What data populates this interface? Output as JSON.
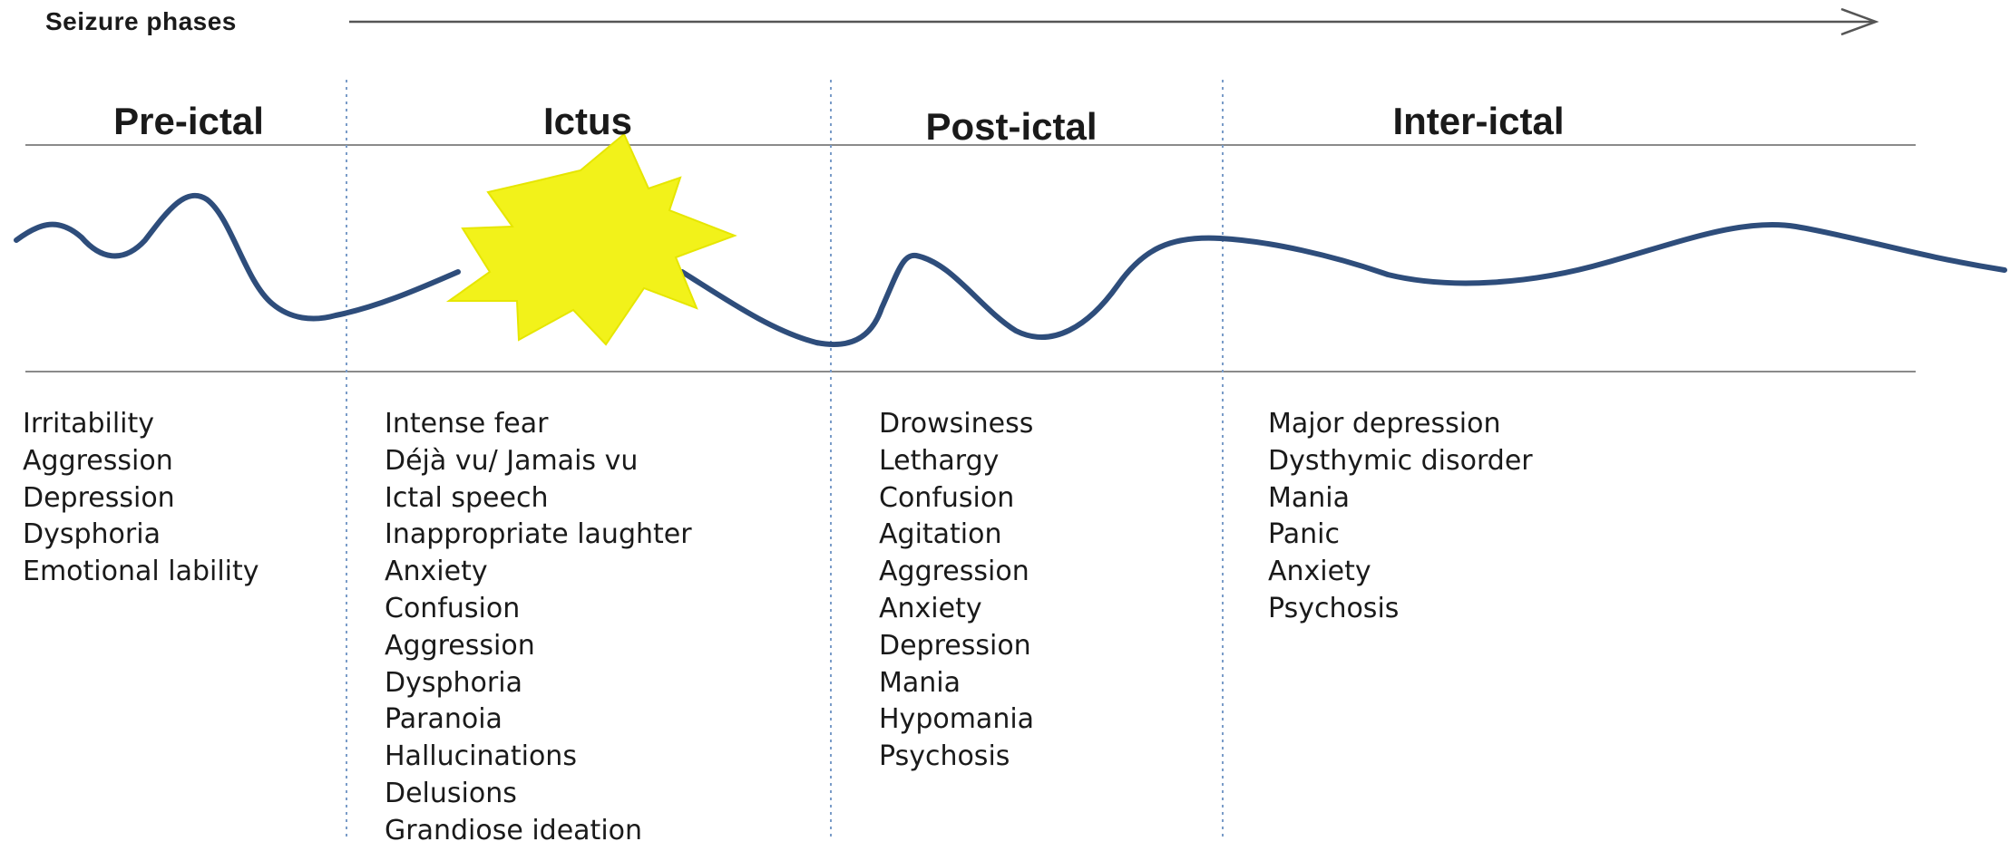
{
  "timeline_label": "Seizure phases",
  "phases": [
    {
      "title": "Pre-ictal",
      "symptoms": [
        "Irritability",
        "Aggression",
        "Depression",
        "Dysphoria",
        "Emotional lability"
      ]
    },
    {
      "title": "Ictus",
      "symptoms": [
        "Intense fear",
        "Déjà vu/ Jamais vu",
        "Ictal speech",
        "Inappropriate laughter",
        "Anxiety",
        "Confusion",
        "Aggression",
        "Dysphoria",
        "Paranoia",
        "Hallucinations",
        "Delusions",
        "Grandiose ideation"
      ]
    },
    {
      "title": "Post-ictal",
      "symptoms": [
        "Drowsiness",
        "Lethargy",
        "Confusion",
        "Agitation",
        "Aggression",
        "Anxiety",
        "Depression",
        "Mania",
        "Hypomania",
        "Psychosis"
      ]
    },
    {
      "title": "Inter-ictal",
      "symptoms": [
        "Major depression",
        "Dysthymic disorder",
        "Mania",
        "Panic",
        "Anxiety",
        "Psychosis"
      ]
    }
  ],
  "colors": {
    "wave": "#2e4d7b",
    "burst": "#f2f21a",
    "rules": "#8a8a8a",
    "dividers": "#7a9cc8",
    "text": "#1a1a1a"
  }
}
